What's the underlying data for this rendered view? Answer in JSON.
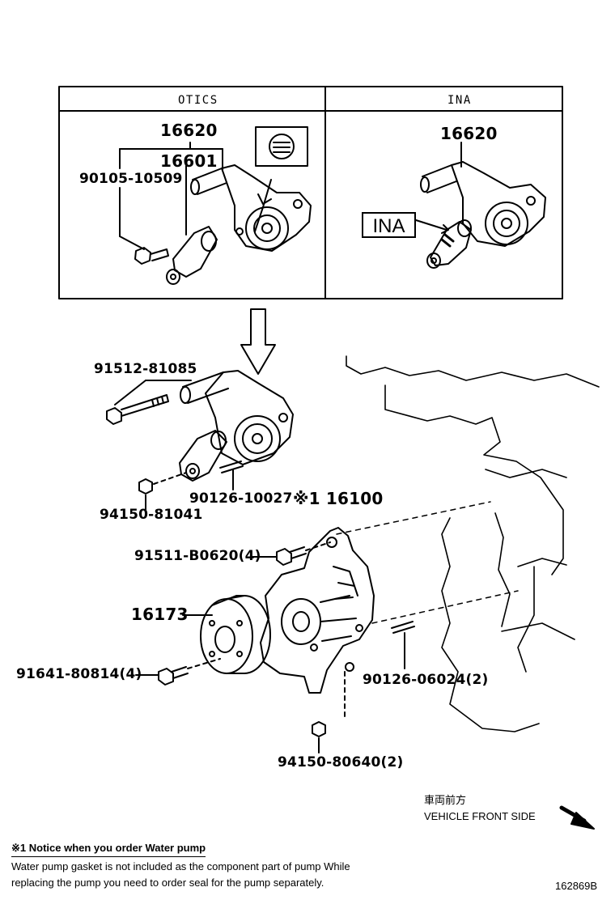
{
  "header": {
    "left_panel": "OTICS",
    "right_panel": "INA"
  },
  "parts": {
    "p16620_left": "16620",
    "p16601": "16601",
    "p90105": "90105-10509",
    "p16620_right": "16620",
    "ina_tag": "INA",
    "p91512": "91512-81085",
    "p94150_81041": "94150-81041",
    "p90126_10027": "90126-10027",
    "p16100": "※1 16100",
    "p91511": "91511-B0620(4)",
    "p16173": "16173",
    "p91641": "91641-80814(4)",
    "p90126_06024": "90126-06024(2)",
    "p94150_80640": "94150-80640(2)"
  },
  "direction": {
    "japanese": "車両前方",
    "english": "VEHICLE FRONT SIDE"
  },
  "notice": {
    "title": "※1 Notice when you order Water pump",
    "line1": "Water pump gasket is not included as the component part of pump While",
    "line2": "replacing the pump you need to order seal for the pump separately."
  },
  "figure_id": "162869B"
}
